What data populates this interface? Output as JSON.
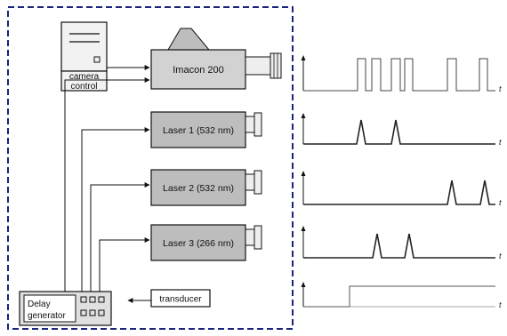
{
  "diagram": {
    "camera_control": {
      "label_line1": "camera",
      "label_line2": "control"
    },
    "camera": {
      "label": "Imacon 200"
    },
    "lasers": [
      {
        "label": "Laser 1 (532 nm)"
      },
      {
        "label": "Laser 2 (532 nm)"
      },
      {
        "label": "Laser 3 (266 nm)"
      }
    ],
    "transducer": {
      "label": "transducer"
    },
    "delay_generator": {
      "label_line1": "Delay",
      "label_line2": "generator"
    }
  },
  "timing": {
    "time_axis_label": "t",
    "traces": [
      {
        "name": "camera-trace"
      },
      {
        "name": "laser1-trace"
      },
      {
        "name": "laser2-trace"
      },
      {
        "name": "laser3-trace"
      },
      {
        "name": "transducer-trace"
      }
    ]
  },
  "colors": {
    "boundary_dash": "#1a237e",
    "box_fill_dark": "#c8c8c8",
    "box_fill_light": "#dcdcdc",
    "line": "#111111"
  }
}
